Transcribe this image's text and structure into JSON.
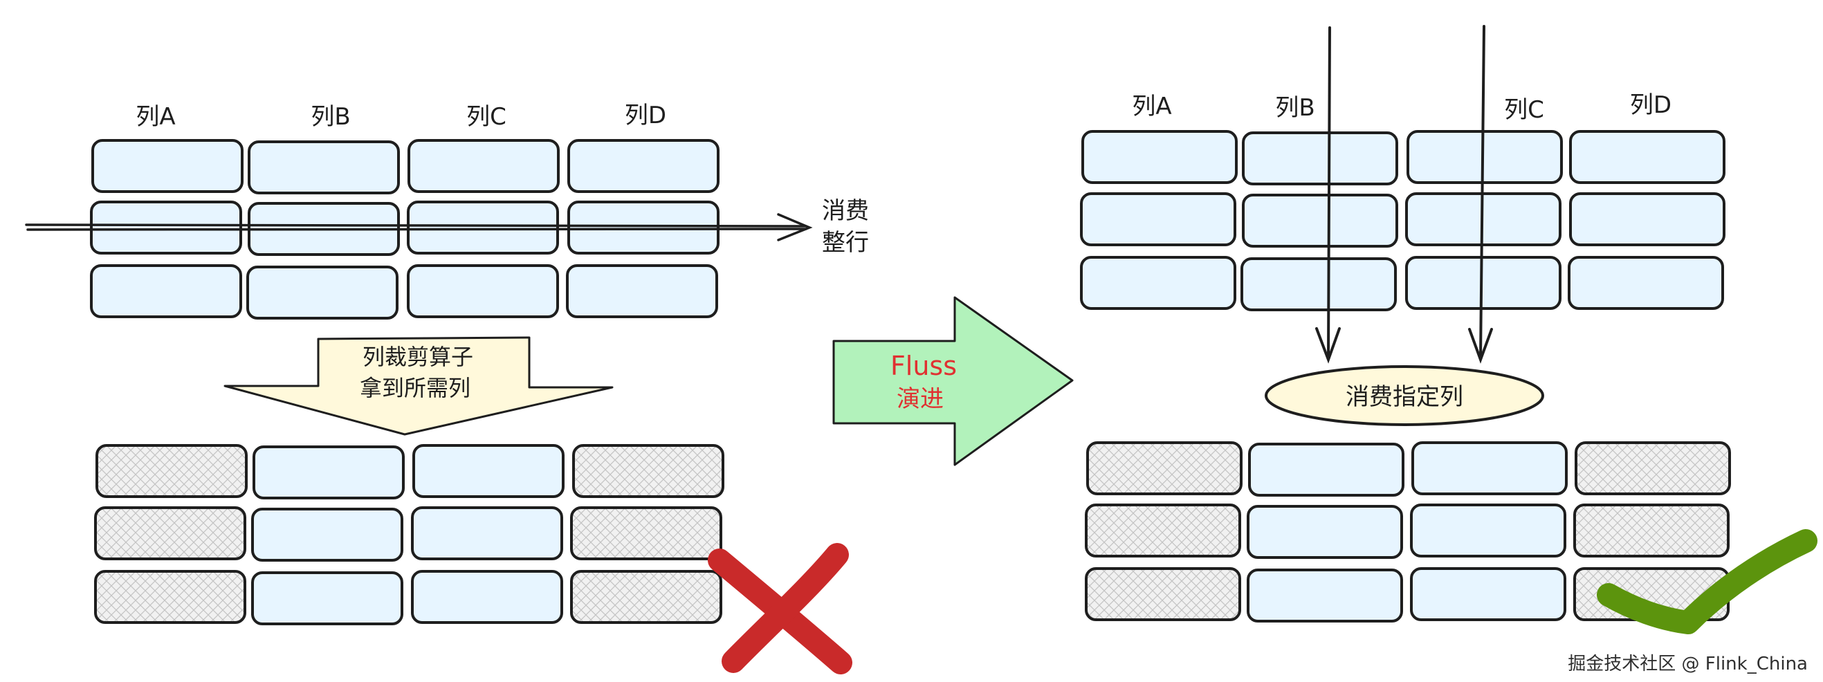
{
  "left_panel": {
    "columns": [
      "列A",
      "列B",
      "列C",
      "列D"
    ],
    "row_arrow_label": [
      "消费",
      "整行"
    ],
    "operator_label": [
      "列裁剪算子",
      "拿到所需列"
    ]
  },
  "center": {
    "evolution_label": [
      "Fluss",
      "演进"
    ]
  },
  "right_panel": {
    "columns": [
      "列A",
      "列B",
      "列C",
      "列D"
    ],
    "consume_label": "消费指定列"
  },
  "watermark": "掘金技术社区 @ Flink_China",
  "colors": {
    "cell_fill": "#e7f5ff",
    "cell_stroke": "#1e1e1e",
    "hatched_fill": "#ececec",
    "operator_fill": "#fff9db",
    "evolution_fill": "#b2f2bb",
    "evolution_text": "#e03131",
    "consume_fill": "#fff9db",
    "cross_color": "#c92a2a",
    "check_color": "#5c940d"
  },
  "icons": [
    "cross-icon",
    "check-icon"
  ]
}
